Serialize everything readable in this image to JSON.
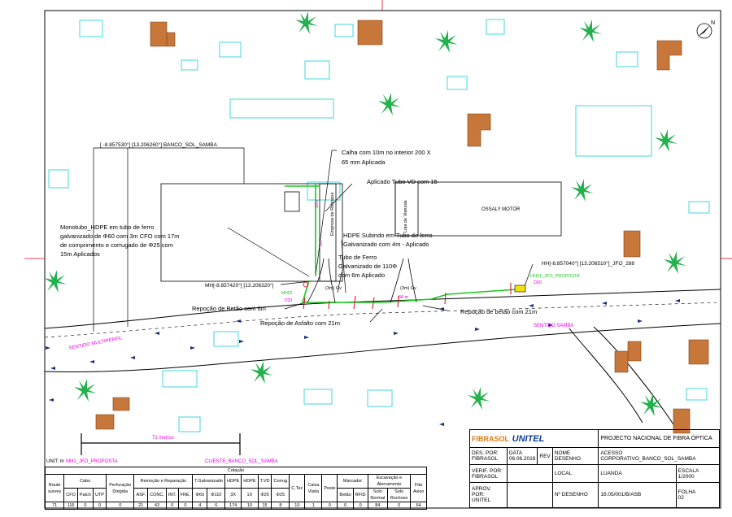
{
  "north_label": "N",
  "annotations": {
    "coord_banco": "[ -8.857530°] [13.206260°] BANCO_SOL_SAMBA",
    "calha": [
      "Calha com 10m no interior 200 X",
      "65 mm Aplicada"
    ],
    "tubo_vd": "Aplicado Tubo VD com 15",
    "monotubo": [
      "Monotubo_HDPE em tubo de ferro",
      "galvanizado de Φ60 com 3m CFO com 17m",
      "de comprimento e corrugado de Φ25 com",
      "15m  Aplicados"
    ],
    "hdpe_subindo": [
      "HDPE Subindo em Tubo de ferro",
      "Galvanizado com 4m - Aplicado"
    ],
    "tubo_ferro": [
      "Tubo de Ferro",
      "Galvanizado de 110Φ",
      "com 6m Aplicado"
    ],
    "mh_left": "MH[-8.857420°] [13.206320°]",
    "hh_right": "HH[-8.857040°] [13.206510°]_JFO_288",
    "reposicao_betao_6": "Repoção de Betão com 6m",
    "reposicao_asfalto": "Repoção de Asfalto com 21m",
    "reposicao_betao_21": "Repoção de betão com 21m",
    "gv_left": "(3m) Gv",
    "gv_right": "(3m) Gv",
    "len_58": "58 m",
    "len_10": "10m",
    "len_5": "5m",
    "mh02": "MH02",
    "d20_left": "D20",
    "hh01": "HH01_JFO_PROPOSTA",
    "d20_right": "D20",
    "loja_viaturas": "Loja de Viaturas",
    "empresa_reboque": "Empresa de Reboque",
    "ossaly": "OSSALY MOTOR",
    "sentido_multiperfil": "SENTIDO MULTIPERFIL",
    "sentido_samba": "SENTIDO SAMBA"
  },
  "scale": {
    "label": "71 metros",
    "unit_prefix": "UNIT: m",
    "start": "MH1_JFO_PROPOSTA",
    "end": "CLIENTE_BANCO_SOL_SAMBA"
  },
  "quote": {
    "title": "Cotação",
    "groups": [
      "Route survey",
      "Cabo",
      "Perfuração Dirigida",
      "Remoção e Reparação",
      "T.Galvanizado",
      "HDPE",
      "HDPE",
      "T.VD",
      "Corrug",
      "C.Tec",
      "Caixa Visita",
      "Poste",
      "Marcador",
      "Escavação e Alerramento",
      "Fita Aviso"
    ],
    "subheaders": [
      "",
      "CFO",
      "Patch",
      "UTP",
      "",
      "ASF.",
      "CONC.",
      "INT.",
      "FRE.",
      "Φ60",
      "Φ110",
      "3X",
      "1X",
      "Φ25",
      "Φ25",
      "",
      "",
      "",
      "Betão",
      "RFID",
      "Solo Normal",
      "Solo Rochoso",
      ""
    ],
    "values": [
      "71",
      "116",
      "0",
      "0",
      "0",
      "21",
      "43",
      "0",
      "0",
      "4",
      "6",
      "174",
      "10",
      "15",
      "8",
      "10",
      "1",
      "0",
      "0",
      "0",
      "84",
      "0",
      "64"
    ]
  },
  "titleblock": {
    "company1": "FIBRASOL",
    "company2": "UNITEL",
    "project": "PROJECTO NACIONAL DE FIBRA ÓPTICA",
    "des_por_label": "DES. POR:",
    "des_por": "FIBRASOL",
    "data_label": "DATA",
    "data": "06.06.2018",
    "rev_label": "REV",
    "nome_label": "NOME DESENHO",
    "nome": "ACESSO CORPORATIVO_BANCO_SOL_SAMBA",
    "verif_label": "VERIF. POR:",
    "verif": "FIBRASOL",
    "local_label": "LOCAL",
    "local": "LUANDA",
    "escala_label": "ESCALA",
    "escala": "1/2000",
    "aprov_label": "APROV. POR:",
    "aprov": "UNITEL",
    "ndesenho_label": "Nº DESENHO",
    "ndesenho": "16.05/001/B/ASB",
    "folha_label": "FOLHA",
    "folha": "02"
  },
  "colors": {
    "building": "#c8773a",
    "tree": "#22b14c",
    "pool": "#43d4dd",
    "route": "#19c81f",
    "red": "#e0001b",
    "magenta": "#e600e6"
  }
}
